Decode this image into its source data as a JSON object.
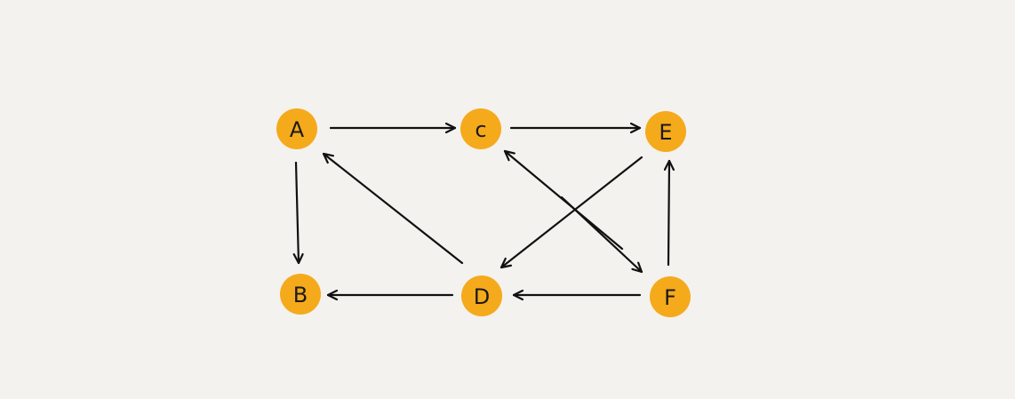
{
  "colors": {
    "background": "#f4f2ee",
    "node_fill": "#f5aa1c",
    "edge": "#111111",
    "label": "#1a1a1a"
  },
  "nodes": [
    {
      "id": "A",
      "label": "A"
    },
    {
      "id": "C",
      "label": "c"
    },
    {
      "id": "E",
      "label": "E"
    },
    {
      "id": "B",
      "label": "B"
    },
    {
      "id": "D",
      "label": "D"
    },
    {
      "id": "F",
      "label": "F"
    }
  ],
  "edges": [
    {
      "from": "A",
      "to": "C"
    },
    {
      "from": "C",
      "to": "E"
    },
    {
      "from": "A",
      "to": "B"
    },
    {
      "from": "D",
      "to": "A"
    },
    {
      "from": "E",
      "to": "D"
    },
    {
      "from": "F",
      "to": "C"
    },
    {
      "from": "C",
      "to": "F"
    },
    {
      "from": "F",
      "to": "E"
    },
    {
      "from": "D",
      "to": "B"
    },
    {
      "from": "F",
      "to": "D"
    }
  ]
}
